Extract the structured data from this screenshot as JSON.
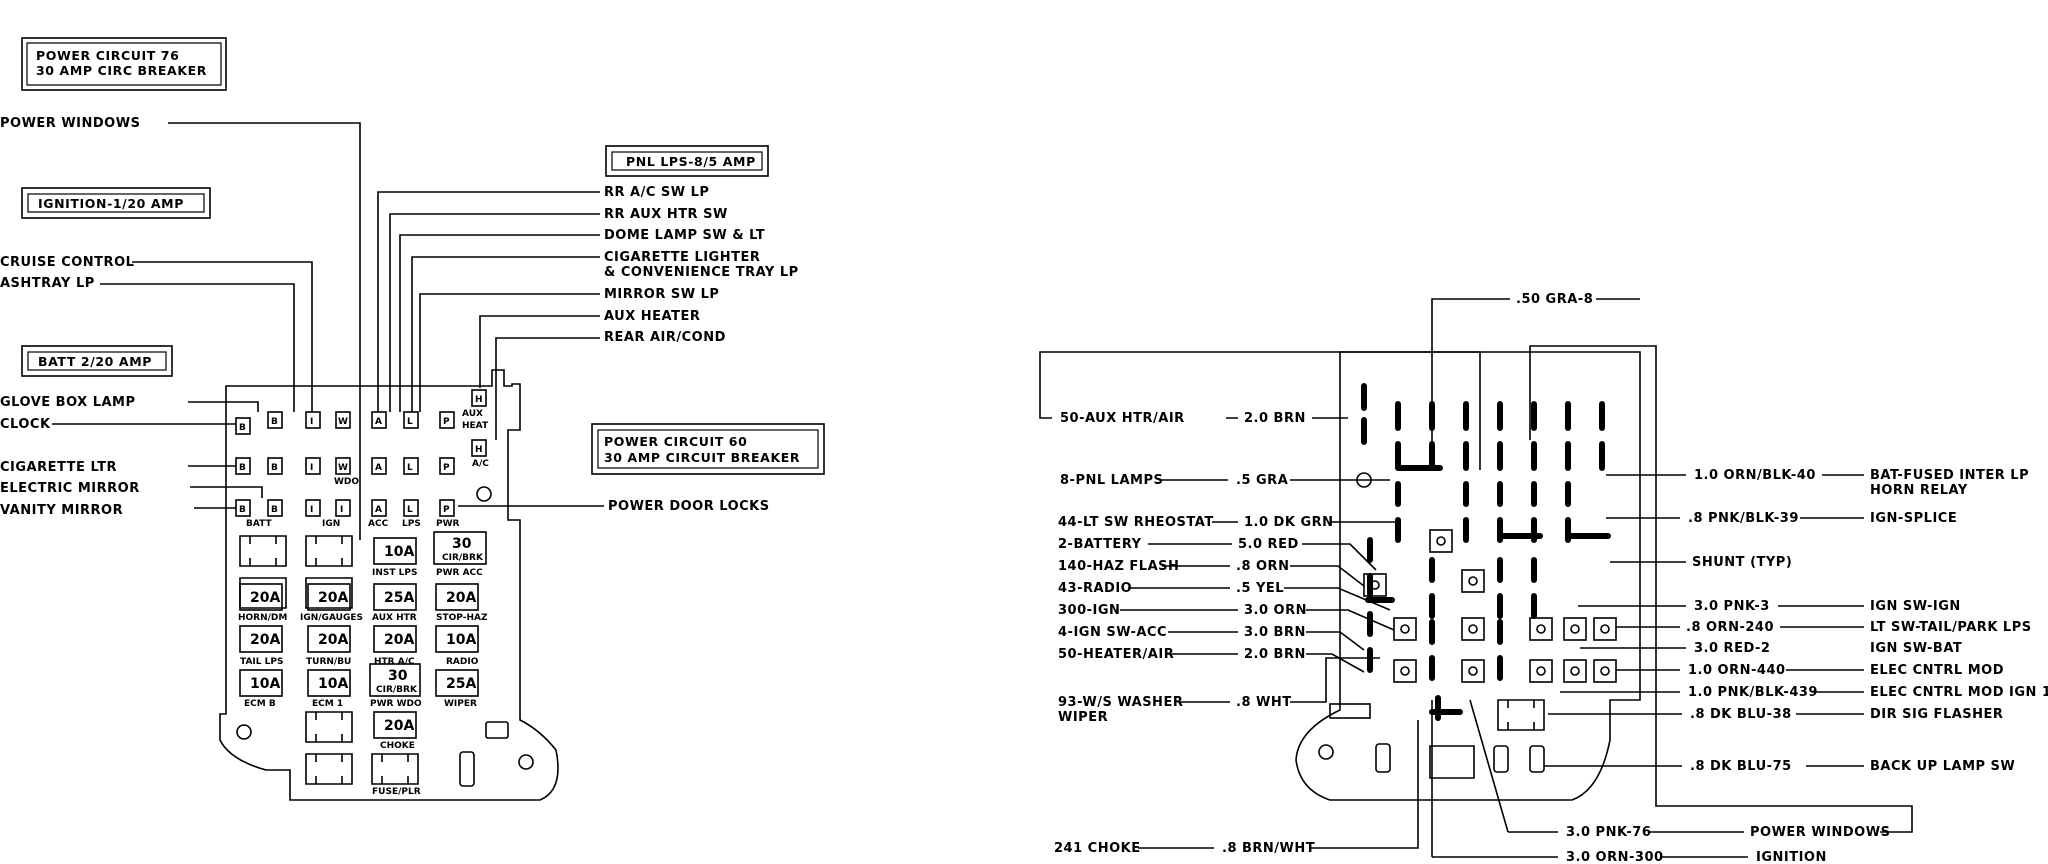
{
  "left_panel": {
    "boxes": {
      "power_circuit_76": [
        "POWER CIRCUIT 76",
        "30 AMP CIRC BREAKER"
      ],
      "ignition": "IGNITION-1/20 AMP",
      "batt": "BATT 2/20 AMP",
      "pnl_lps": "PNL LPS-8/5 AMP",
      "power_circuit_60": [
        "POWER CIRCUIT 60",
        "30 AMP CIRCUIT BREAKER"
      ]
    },
    "left_labels": {
      "power_windows": "POWER WINDOWS",
      "cruise_control": "CRUISE CONTROL",
      "ashtray_lp": "ASHTRAY LP",
      "glove_box_lamp": "GLOVE BOX LAMP",
      "clock": "CLOCK",
      "cigarette_ltr": "CIGARETTE LTR",
      "electric_mirror": "ELECTRIC MIRROR",
      "vanity_mirror": "VANITY MIRROR"
    },
    "right_labels": {
      "rr_ac_sw_lp": "RR A/C SW LP",
      "rr_aux_htr_sw": "RR AUX HTR SW",
      "dome_lamp": "DOME LAMP SW & LT",
      "cigarette_lighter": [
        "CIGARETTE LIGHTER",
        "& CONVENIENCE TRAY LP"
      ],
      "mirror_sw_lp": "MIRROR SW LP",
      "aux_heater": "AUX HEATER",
      "rear_air_cond": "REAR AIR/COND",
      "power_door_locks": "POWER DOOR LOCKS"
    },
    "terminal_letters": {
      "B": "B",
      "I": "I",
      "W": "W",
      "A": "A",
      "L": "L",
      "P": "P",
      "H": "H"
    },
    "terminal_captions": {
      "wdo": "WDO",
      "batt": "BATT",
      "ign": "IGN",
      "acc": "ACC",
      "lps": "LPS",
      "pwr": "PWR",
      "aux": "AUX",
      "heat": "HEAT",
      "ac": "A/C"
    },
    "fuses": [
      {
        "value": "10A",
        "caption": "INST LPS"
      },
      {
        "value": "30",
        "value2": "CIR/BRK",
        "caption": "PWR ACC"
      },
      {
        "value": "20A",
        "caption": "HORN/DM"
      },
      {
        "value": "20A",
        "caption": "IGN/GAUGES"
      },
      {
        "value": "25A",
        "caption": "AUX HTR"
      },
      {
        "value": "20A",
        "caption": "STOP-HAZ"
      },
      {
        "value": "20A",
        "caption": "TAIL LPS"
      },
      {
        "value": "20A",
        "caption": "TURN/BU"
      },
      {
        "value": "20A",
        "caption": "HTR A/C"
      },
      {
        "value": "10A",
        "caption": "RADIO"
      },
      {
        "value": "10A",
        "caption": "ECM B"
      },
      {
        "value": "10A",
        "caption": "ECM 1"
      },
      {
        "value": "30",
        "value2": "CIR/BRK",
        "caption": "PWR WDO"
      },
      {
        "value": "25A",
        "caption": "WIPER"
      },
      {
        "value": "20A",
        "caption": "CHOKE"
      },
      {
        "caption": "FUSE/PLR"
      }
    ]
  },
  "right_panel": {
    "top_label": ".50 GRA-8",
    "left_labels": [
      {
        "circuit": "50-AUX HTR/AIR",
        "wire": "2.0 BRN"
      },
      {
        "circuit": "8-PNL LAMPS",
        "wire": ".5 GRA"
      },
      {
        "circuit": "44-LT SW RHEOSTAT",
        "wire": "1.0 DK GRN"
      },
      {
        "circuit": "2-BATTERY",
        "wire": "5.0 RED"
      },
      {
        "circuit": "140-HAZ FLASH",
        "wire": ".8 ORN"
      },
      {
        "circuit": "43-RADIO",
        "wire": ".5 YEL"
      },
      {
        "circuit": "300-IGN",
        "wire": "3.0 ORN"
      },
      {
        "circuit": "4-IGN SW-ACC",
        "wire": "3.0 BRN"
      },
      {
        "circuit": "50-HEATER/AIR",
        "wire": "2.0 BRN"
      },
      {
        "circuit": "93-W/S WASHER",
        "circuit2": "WIPER",
        "wire": ".8 WHT"
      },
      {
        "circuit": "241 CHOKE",
        "wire": ".8 BRN/WHT"
      }
    ],
    "right_labels": [
      {
        "wire": "1.0 ORN/BLK-40",
        "dest": "BAT-FUSED INTER LP",
        "dest2": "HORN RELAY"
      },
      {
        "wire": ".8 PNK/BLK-39",
        "dest": "IGN-SPLICE"
      },
      {
        "wire": "SHUNT (TYP)",
        "dest": ""
      },
      {
        "wire": "3.0 PNK-3",
        "dest": "IGN SW-IGN"
      },
      {
        "wire": ".8 ORN-240",
        "dest": "LT SW-TAIL/PARK LPS"
      },
      {
        "wire": "3.0 RED-2",
        "dest": "IGN SW-BAT"
      },
      {
        "wire": "1.0 ORN-440",
        "dest": "ELEC CNTRL MOD"
      },
      {
        "wire": "1.0 PNK/BLK-439",
        "dest": "ELEC CNTRL MOD IGN 1"
      },
      {
        "wire": ".8 DK BLU-38",
        "dest": "DIR SIG FLASHER"
      },
      {
        "wire": ".8 DK BLU-75",
        "dest": "BACK UP LAMP SW"
      }
    ],
    "bottom_labels": [
      {
        "wire": "3.0 PNK-76",
        "dest": "POWER WINDOWS"
      },
      {
        "wire": "3.0 ORN-300",
        "dest": "IGNITION"
      }
    ]
  }
}
